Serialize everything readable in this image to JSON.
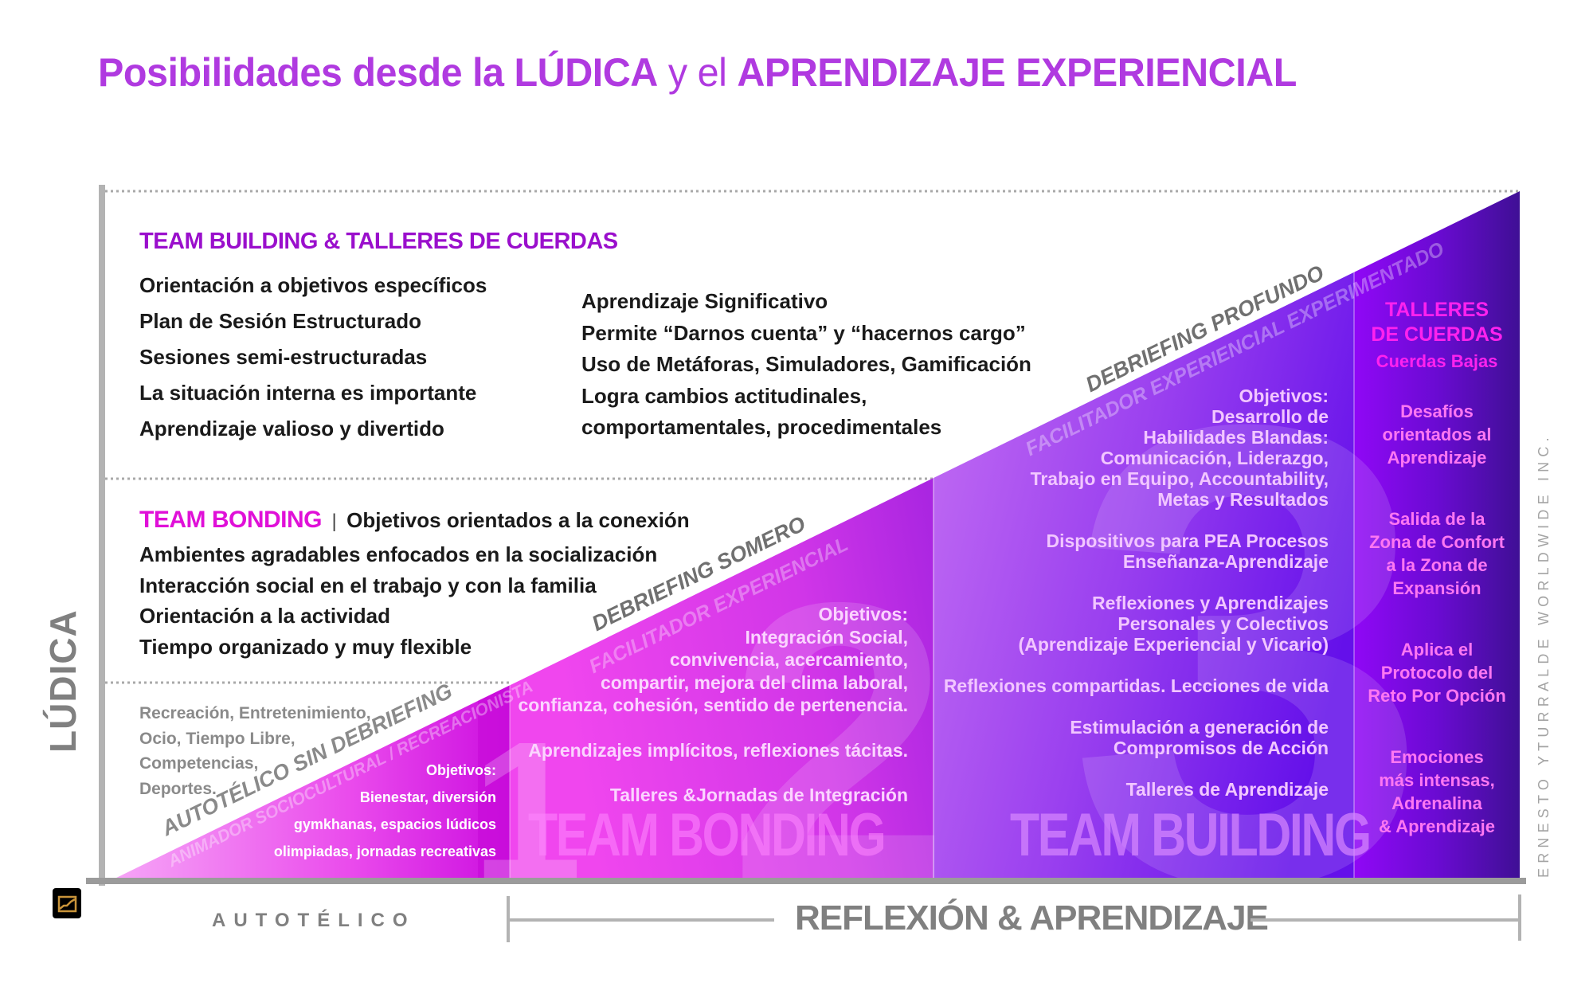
{
  "title": {
    "part1": "Posibilidades desde la ",
    "part2": "LÚDICA",
    "part3": " y el ",
    "part4": "APRENDIZAJE EXPERIENCIAL"
  },
  "colors": {
    "title_purple": "#b03ae0",
    "heading_purple": "#9a0fcc",
    "team_bonding_magenta": "#e010d8",
    "zone1_gradient": [
      "#f29af5",
      "#d216e0"
    ],
    "zone2_gradient": [
      "#ee44ee",
      "#9b20dc"
    ],
    "zone3_gradient": [
      "#c068f2",
      "#6a0ee8"
    ],
    "zone4_gradient": [
      "#8f0af5",
      "#420f9a"
    ],
    "axis_gray": "#b3b3b3",
    "label_gray": "#808080",
    "cuerdas_pink": "#ff22ee",
    "cuerdas_light": "#ff77f2"
  },
  "team_building_section": {
    "heading": "TEAM BUILDING & TALLERES DE CUERDAS",
    "left_items": [
      "Orientación a objetivos específicos",
      "Plan de Sesión Estructurado",
      "Sesiones semi-estructuradas",
      "La situación interna es importante",
      "Aprendizaje valioso y divertido"
    ],
    "right_items": [
      "Aprendizaje Significativo",
      "Permite “Darnos cuenta” y “hacernos cargo”",
      "Uso de Metáforas, Simuladores, Gamificación",
      "Logra cambios actitudinales,",
      "comportamentales, procedimentales"
    ]
  },
  "team_bonding_section": {
    "heading": "TEAM BONDING",
    "separator": "|",
    "subheading": "Objetivos orientados a la conexión",
    "items": [
      "Ambientes agradables enfocados en la socialización",
      "Interacción social en el trabajo y con la familia",
      "Orientación a la actividad",
      "Tiempo organizado y muy flexible"
    ]
  },
  "recreation_section": {
    "items": [
      "Recreación, Entretenimiento,",
      "Ocio, Tiempo Libre,",
      "Competencias,",
      "Deportes."
    ]
  },
  "zone1": {
    "number": "1",
    "diagonal_label": "AUTOTÉLICO SIN DEBRIEFING",
    "role_label": "ANIMADOR SOCIOCULTURAL / RECREACIONISTA",
    "objectives_title": "Objetivos:",
    "objectives": [
      "Bienestar, diversión",
      "gymkhanas, espacios lúdicos",
      "olimpiadas, jornadas recreativas"
    ]
  },
  "zone2": {
    "number": "2",
    "diagonal_label": "DEBRIEFING SOMERO",
    "role_label": "FACILITADOR EXPERIENCIAL",
    "objectives_title": "Objetivos:",
    "objectives": [
      "Integración Social,",
      "convivencia, acercamiento,",
      "compartir, mejora del clima laboral,",
      "confianza, cohesión, sentido de pertenencia."
    ],
    "implicit": "Aprendizajes implícitos, reflexiones tácitas.",
    "workshops": "Talleres &Jornadas de Integración",
    "watermark": "TEAM BONDING"
  },
  "zone3": {
    "number": "3",
    "diagonal_label": "DEBRIEFING PROFUNDO",
    "role_label": "FACILITADOR EXPERIENCIAL EXPERIMENTADO",
    "objectives_title": "Objetivos:",
    "objectives": [
      "Desarrollo de",
      "Habilidades Blandas:",
      "Comunicación, Liderazgo,",
      "Trabajo en Equipo, Accountability,",
      "Metas y Resultados"
    ],
    "blocks": [
      [
        "Dispositivos para PEA Procesos",
        "Enseñanza-Aprendizaje"
      ],
      [
        "Reflexiones y Aprendizajes",
        "Personales y Colectivos",
        "(Aprendizaje Experiencial y Vicario)"
      ],
      [
        "Reflexiones compartidas. Lecciones de vida"
      ],
      [
        "Estimulación a generación de",
        "Compromisos de Acción"
      ],
      [
        "Talleres de Aprendizaje"
      ]
    ],
    "watermark": "TEAM BUILDING"
  },
  "zone4": {
    "heading_line1": "TALLERES",
    "heading_line2": "DE CUERDAS",
    "subheading": "Cuerdas Bajas",
    "blocks": [
      [
        "Desafíos",
        "orientados al",
        "Aprendizaje"
      ],
      [
        "Salida de la",
        "Zona de Confort",
        "a la Zona de",
        "Expansión"
      ],
      [
        "Aplica el",
        "Protocolo del",
        "Reto Por Opción"
      ],
      [
        "Emociones",
        "más intensas,",
        "Adrenalina",
        "& Aprendizaje"
      ]
    ]
  },
  "axes": {
    "y_label": "LÚDICA",
    "x_left_label": "AUTOTÉLICO",
    "x_right_label": "REFLEXIÓN & APRENDIZAJE"
  },
  "credit": "ERNESTO YTURRALDE WORLDWIDE INC.",
  "logo": {
    "icon": "trend-chart-icon"
  }
}
